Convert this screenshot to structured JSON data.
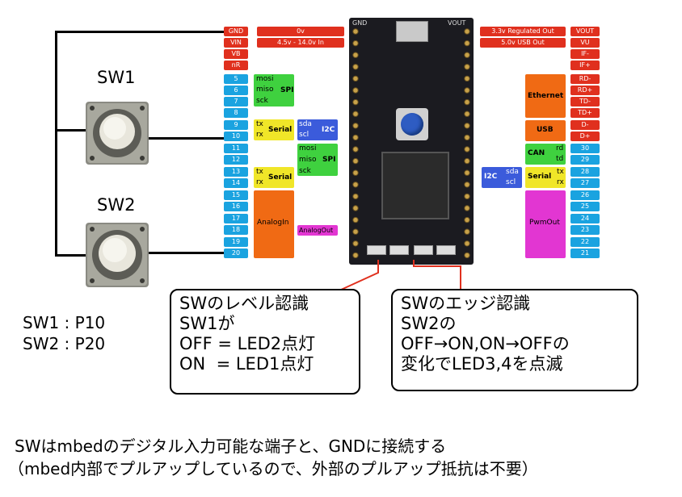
{
  "switches": {
    "sw1_title": "SW1",
    "sw2_title": "SW2",
    "sw1_pin": "SW1 : P10",
    "sw2_pin": "SW2 : P20"
  },
  "power_left": [
    {
      "pin": "GND",
      "desc": "0v"
    },
    {
      "pin": "VIN",
      "desc": "4.5v - 14.0v In"
    },
    {
      "pin": "VB",
      "desc": ""
    },
    {
      "pin": "nR",
      "desc": ""
    }
  ],
  "left_pins": [
    "5",
    "6",
    "7",
    "8",
    "9",
    "10",
    "11",
    "12",
    "13",
    "14",
    "15",
    "16",
    "17",
    "18",
    "19",
    "20"
  ],
  "power_right": [
    {
      "pin": "VOUT",
      "desc": "3.3v Regulated Out"
    },
    {
      "pin": "VU",
      "desc": "5.0v USB Out"
    },
    {
      "pin": "IF-",
      "desc": ""
    },
    {
      "pin": "IF+",
      "desc": ""
    }
  ],
  "right_pins": [
    "RD-",
    "RD+",
    "TD-",
    "TD+",
    "D-",
    "D+",
    "30",
    "29",
    "28",
    "27",
    "26",
    "25",
    "24",
    "23",
    "22",
    "21"
  ],
  "left_functions": {
    "spi1": {
      "label": "SPI",
      "mosi": "mosi",
      "miso": "miso",
      "sck": "sck"
    },
    "serial1": {
      "label": "Serial",
      "tx": "tx",
      "rx": "rx"
    },
    "i2c1": {
      "label": "I2C",
      "sda": "sda",
      "scl": "scl"
    },
    "spi2": {
      "label": "SPI",
      "mosi": "mosi",
      "miso": "miso",
      "sck": "sck"
    },
    "serial2": {
      "label": "Serial",
      "tx": "tx",
      "rx": "rx"
    },
    "analogin": "AnalogIn",
    "analogout": "AnalogOut"
  },
  "right_functions": {
    "ethernet": "Ethernet",
    "usb": "USB",
    "can": {
      "label": "CAN",
      "rd": "rd",
      "td": "td"
    },
    "i2c": {
      "label": "I2C",
      "sda": "sda",
      "scl": "scl"
    },
    "serial": {
      "label": "Serial",
      "tx": "tx",
      "rx": "rx"
    },
    "pwmout": "PwmOut"
  },
  "board": {
    "top_left": "GND",
    "top_right": "VOUT"
  },
  "callout_left": {
    "line1": "SWのレベル認識",
    "line2": "SW1が",
    "line3": "OFF = LED2点灯",
    "line4": "ON  = LED1点灯"
  },
  "callout_right": {
    "line1": "SWのエッジ認識",
    "line2": "SW2の",
    "line3": "OFF→ON,ON→OFFの",
    "line4": "変化でLED3,4を点滅"
  },
  "footer": {
    "line1": "SWはmbedのデジタル入力可能な端子と、GNDに接続する",
    "line2": "（mbed内部でプルアップしているので、外部のプルアップ抵抗は不要）"
  }
}
